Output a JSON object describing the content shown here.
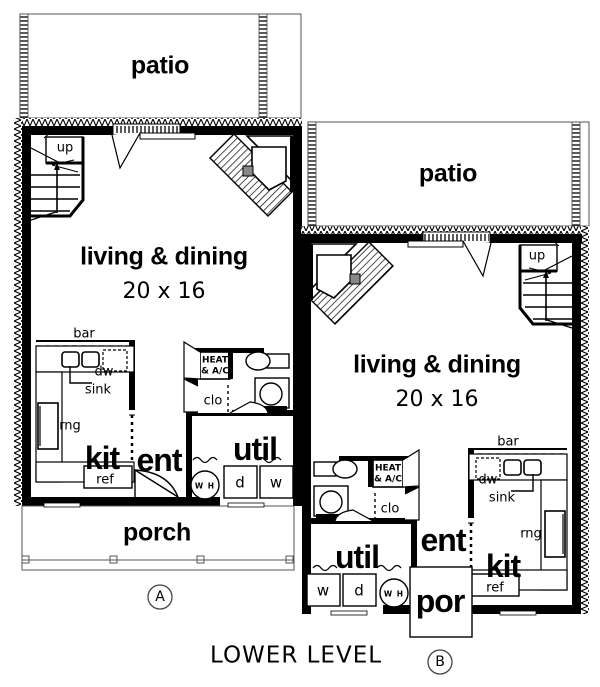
{
  "drawing": {
    "title": "LOWER LEVEL",
    "type": "duplex-lower-level-floor-plan",
    "units": [
      {
        "mark": "A",
        "side": "left",
        "rooms": [
          {
            "name": "patio",
            "label": "patio"
          },
          {
            "name": "living-dining",
            "label": "living & dining",
            "dimensions": "20 x 16"
          },
          {
            "name": "kitchen",
            "label": "kit"
          },
          {
            "name": "entry",
            "label": "ent"
          },
          {
            "name": "utility",
            "label": "util"
          },
          {
            "name": "porch",
            "label": "porch"
          }
        ],
        "annotations": {
          "stair_direction": "up",
          "bar": "bar",
          "sink": "sink",
          "dishwasher": "dw",
          "range": "rng",
          "refrigerator": "ref",
          "washer": "w",
          "dryer": "d",
          "water_heater": "W H",
          "hvac_closet": "HEAT & A/C",
          "closet": "clo"
        }
      },
      {
        "mark": "B",
        "side": "right",
        "rooms": [
          {
            "name": "patio",
            "label": "patio"
          },
          {
            "name": "living-dining",
            "label": "living & dining",
            "dimensions": "20 x 16"
          },
          {
            "name": "kitchen",
            "label": "kit"
          },
          {
            "name": "entry",
            "label": "ent"
          },
          {
            "name": "utility",
            "label": "util"
          },
          {
            "name": "porch",
            "label": "por"
          }
        ],
        "annotations": {
          "stair_direction": "up",
          "bar": "bar",
          "sink": "sink",
          "dishwasher": "dw",
          "range": "rng",
          "refrigerator": "ref",
          "washer": "w",
          "dryer": "d",
          "water_heater": "W H",
          "hvac_closet": "HEAT & A/C",
          "closet": "clo"
        }
      }
    ],
    "colors": {
      "ink": "#000000",
      "paper": "#ffffff",
      "thin_line": "#333333"
    }
  },
  "labels": {
    "unit_a": {
      "patio": "patio",
      "living": "living & dining",
      "living_dim": "20 x 16",
      "kit": "kit",
      "ent": "ent",
      "util": "util",
      "porch": "porch",
      "up": "up",
      "bar": "bar",
      "sink": "sink",
      "dw": "dw",
      "rng": "rng",
      "ref": "ref",
      "w": "w",
      "d": "d",
      "wh": "W H",
      "heat1": "HEAT",
      "heat2": "& A/C",
      "clo": "clo",
      "mark": "A"
    },
    "unit_b": {
      "patio": "patio",
      "living": "living & dining",
      "living_dim": "20 x 16",
      "kit": "kit",
      "ent": "ent",
      "util": "util",
      "porch": "por",
      "up": "up",
      "bar": "bar",
      "sink": "sink",
      "dw": "dw",
      "rng": "rng",
      "ref": "ref",
      "w": "w",
      "d": "d",
      "wh": "W H",
      "heat1": "HEAT",
      "heat2": "& A/C",
      "clo": "clo",
      "mark": "B"
    },
    "title": "LOWER LEVEL"
  }
}
